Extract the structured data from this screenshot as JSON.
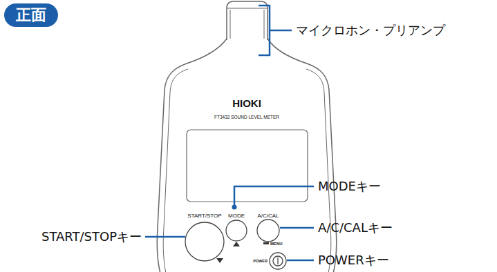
{
  "diagram": {
    "nodes": [
      {
        "text": [
          "正面"
        ]
      }
    ],
    "labels": [
      "マイクロホン・プリアンプ",
      "MODEキー",
      "START/STOPキー",
      "A/C/CALキー",
      "POWERキー",
      "HIOKI",
      "FT3432 SOUND LEVEL METER",
      "START/STOP",
      "MODE",
      "A/C/CAL",
      "MENU",
      "POWER"
    ]
  }
}
